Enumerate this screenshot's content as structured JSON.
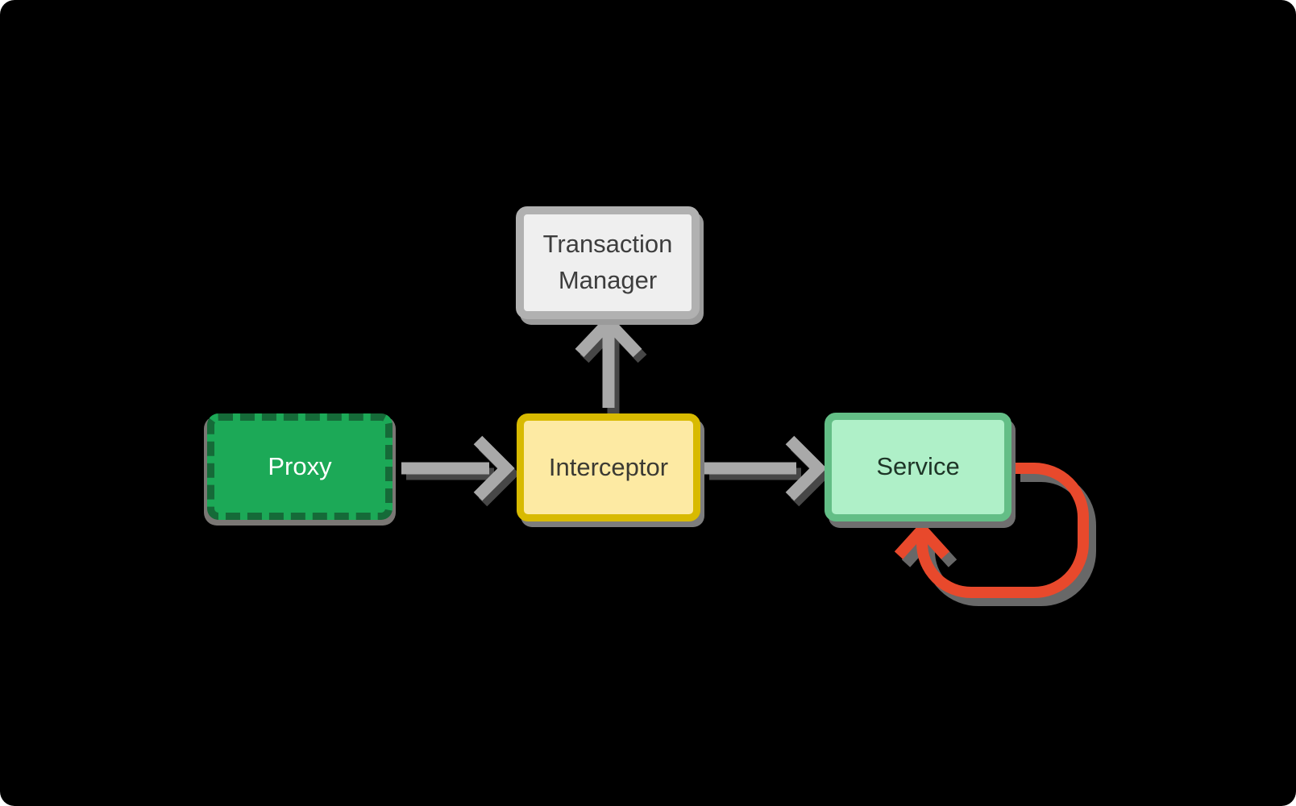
{
  "diagram": {
    "background_color": "#000000",
    "nodes": {
      "proxy": {
        "label": "Proxy",
        "fill": "#1ca957",
        "border_color": "#156a38",
        "border_style": "dashed",
        "text_color": "#ffffff"
      },
      "interceptor": {
        "label": "Interceptor",
        "fill": "#fdeaa3",
        "border_color": "#d8ba01",
        "border_style": "solid",
        "text_color": "#3b3a33"
      },
      "transaction_manager": {
        "label": "Transaction Manager",
        "fill": "#efefef",
        "border_color": "#b1b1b1",
        "border_style": "solid",
        "text_color": "#3d3d3d"
      },
      "service": {
        "label": "Service",
        "fill": "#aff0c8",
        "border_color": "#63be86",
        "border_style": "solid",
        "text_color": "#1e3527"
      }
    },
    "connectors": {
      "proxy_to_interceptor": {
        "from": "Proxy",
        "to": "Interceptor",
        "color": "#a9a9a9",
        "head": "chevron"
      },
      "interceptor_to_service": {
        "from": "Interceptor",
        "to": "Service",
        "color": "#a9a9a9",
        "head": "chevron"
      },
      "interceptor_to_transaction_manager": {
        "from": "Interceptor",
        "to": "Transaction Manager",
        "color": "#a9a9a9",
        "head": "chevron"
      },
      "service_self_loop": {
        "from": "Service",
        "to": "Service",
        "color": "#e8492c",
        "head": "chevron"
      }
    }
  }
}
